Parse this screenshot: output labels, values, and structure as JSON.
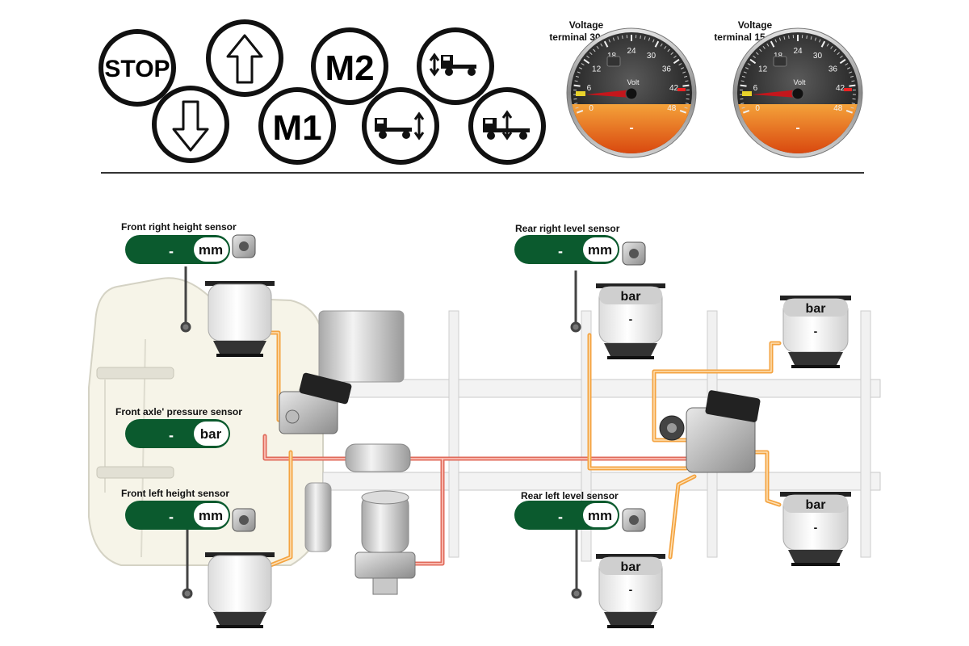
{
  "buttons": {
    "stop": "STOP",
    "m1": "M1",
    "m2": "M2",
    "up_arrow_icon": "up-arrow-icon",
    "down_arrow_icon": "down-arrow-icon",
    "front_axle_icon": "front-axle-lift-icon",
    "rear_axle_icon": "rear-axle-lift-icon",
    "whole_vehicle_icon": "vehicle-lift-icon"
  },
  "gauges": {
    "t30": {
      "title_line1": "Voltage",
      "title_line2": "terminal 30",
      "unit": "Volt",
      "value": "-",
      "ticks": [
        "0",
        "6",
        "12",
        "18",
        "24",
        "30",
        "36",
        "42",
        "48"
      ]
    },
    "t15": {
      "title_line1": "Voltage",
      "title_line2": "terminal 15",
      "unit": "Volt",
      "value": "-",
      "ticks": [
        "0",
        "6",
        "12",
        "18",
        "24",
        "30",
        "36",
        "42",
        "48"
      ]
    }
  },
  "sensors": {
    "front_right": {
      "label": "Front right height sensor",
      "value": "-",
      "unit": "mm"
    },
    "front_axle": {
      "label": "Front axle' pressure sensor",
      "value": "-",
      "unit": "bar"
    },
    "front_left": {
      "label": "Front left height sensor",
      "value": "-",
      "unit": "mm"
    },
    "rear_right": {
      "label": "Rear right level sensor",
      "value": "-",
      "unit": "mm"
    },
    "rear_left": {
      "label": "Rear left level sensor",
      "value": "-",
      "unit": "mm"
    }
  },
  "bellows": {
    "rear_right_inner": {
      "unit": "bar",
      "value": "-"
    },
    "rear_right_outer": {
      "unit": "bar",
      "value": "-"
    },
    "rear_left_inner": {
      "unit": "bar",
      "value": "-"
    },
    "rear_left_outer": {
      "unit": "bar",
      "value": "-"
    }
  },
  "colors": {
    "display_green": "#0b5a2e",
    "pipe_orange": "#f4a340",
    "pipe_red": "#e06a5a",
    "gauge_orange": "#f07d14"
  }
}
